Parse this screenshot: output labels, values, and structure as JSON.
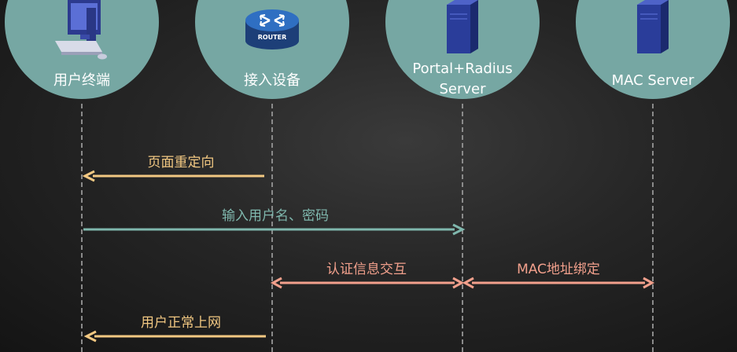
{
  "participants": [
    {
      "label": "用户终端",
      "icon": "computer-icon"
    },
    {
      "label": "接入设备",
      "icon": "router-icon",
      "icon_text": "ROUTER"
    },
    {
      "label": "Portal+Radius\nServer",
      "icon": "server-icon"
    },
    {
      "label": "MAC Server",
      "icon": "server-icon"
    }
  ],
  "messages": [
    {
      "label": "页面重定向",
      "from": 1,
      "to": 0,
      "two_way": false,
      "color": "#f2c882"
    },
    {
      "label": "输入用户名、密码",
      "from": 0,
      "to": 2,
      "two_way": false,
      "color": "#7fb7ad"
    },
    {
      "label": "认证信息交互",
      "from": 1,
      "to": 2,
      "two_way": true,
      "color": "#f2a08c"
    },
    {
      "label": "MAC地址绑定",
      "from": 2,
      "to": 3,
      "two_way": true,
      "color": "#f2a08c"
    },
    {
      "label": "用户正常上网",
      "from": 1,
      "to": 0,
      "two_way": false,
      "color": "#f2c882"
    }
  ]
}
